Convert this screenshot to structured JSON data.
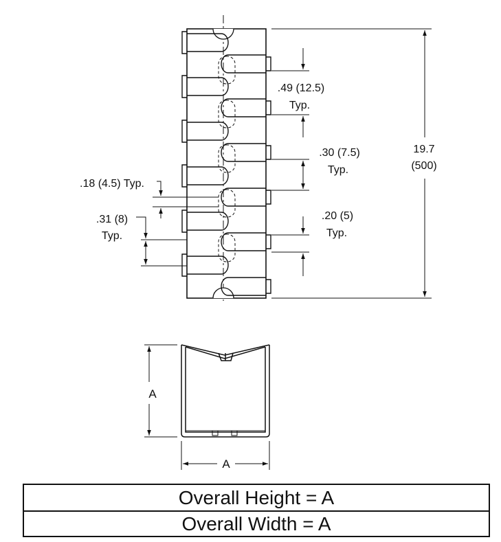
{
  "dimensions": {
    "pitch": ".49 (12.5)",
    "pitch_suffix": "Typ.",
    "tab_height": ".30 (7.5)",
    "tab_height_suffix": "Typ.",
    "total_length_in": "19.7",
    "total_length_mm": "(500)",
    "slot_width": ".18 (4.5) Typ.",
    "gap": ".20 (5)",
    "gap_suffix": "Typ.",
    "tab_pitch": ".31 (8)",
    "tab_pitch_suffix": "Typ."
  },
  "end_view": {
    "height_label": "A",
    "width_label": "A"
  },
  "spec_table": {
    "rows": [
      "Overall Height = A",
      "Overall Width = A"
    ]
  },
  "colors": {
    "line": "#111111",
    "background": "#ffffff"
  }
}
